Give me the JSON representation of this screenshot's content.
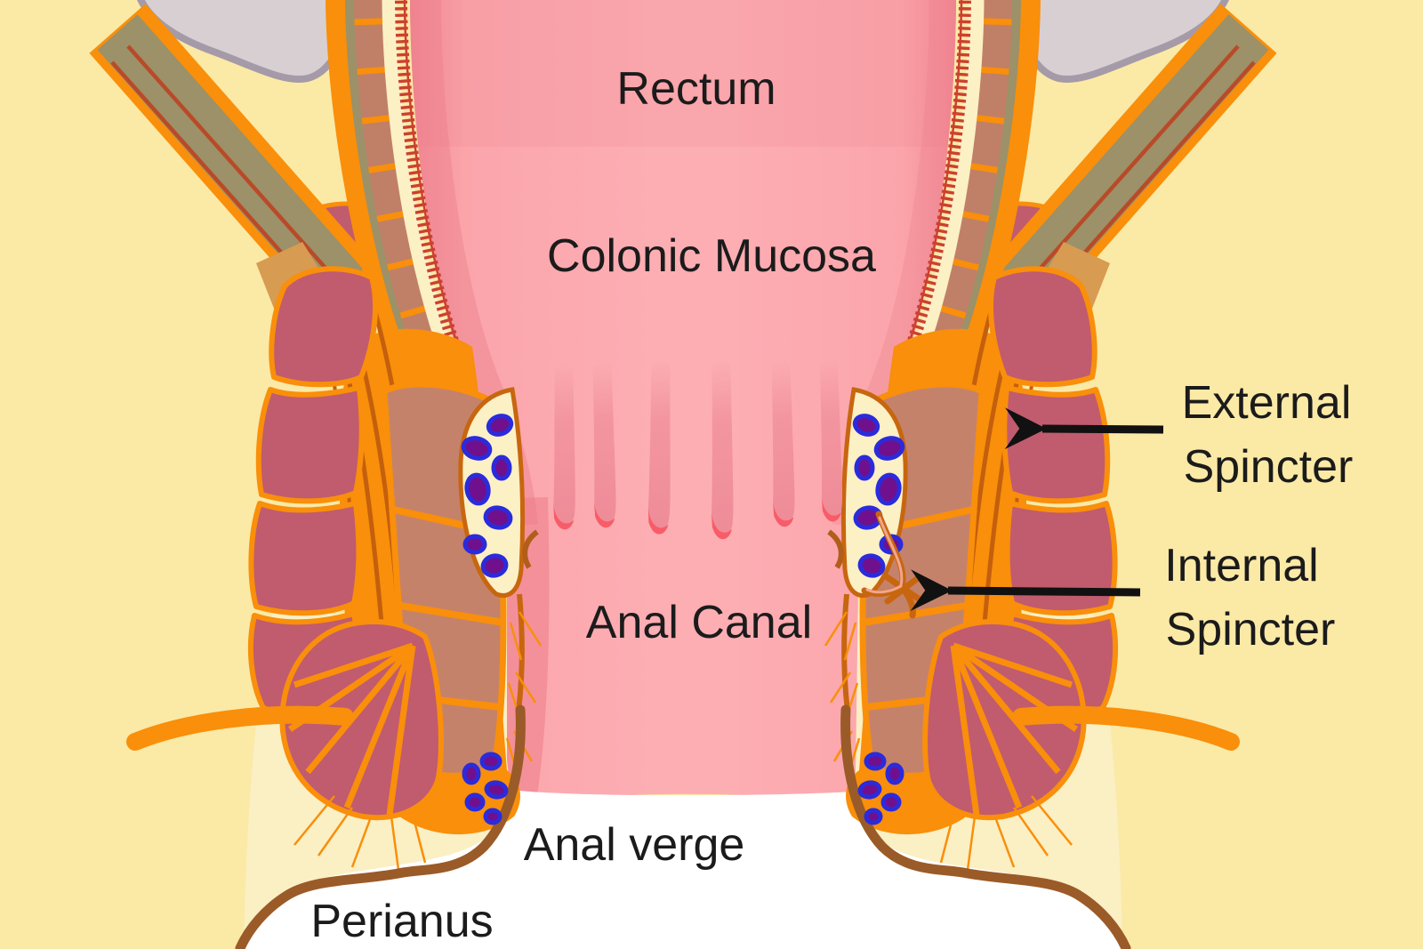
{
  "diagram": {
    "type": "anatomical-diagram",
    "subject": "Cross-section of rectum and anal canal with sphincter muscles",
    "labels": {
      "rectum": "Rectum",
      "colonic_mucosa": "Colonic Mucosa",
      "anal_canal": "Anal Canal",
      "anal_verge": "Anal verge",
      "perianus": "Perianus",
      "external_sphincter": {
        "line1": "External",
        "line2": "Spincter"
      },
      "internal_sphincter": {
        "line1": "Internal",
        "line2": "Spincter"
      }
    },
    "annotations": [
      {
        "label": "External Spincter",
        "arrow_direction": "left",
        "points_to": "external sphincter muscle"
      },
      {
        "label": "Internal Spincter",
        "arrow_direction": "left",
        "points_to": "internal sphincter muscle"
      }
    ],
    "palette": {
      "background_yellow": "#FBE9A6",
      "lumen_pink": "#FBA7AD",
      "lumen_shadow_pink": "#EE8490",
      "column_pink": "#F2939D",
      "column_tip_red": "#F85C68",
      "mucosa_line_red": "#CC4030",
      "submucosa_cream": "#FCF0C5",
      "muscle_orange": "#F98F0A",
      "deep_orange_line": "#C45F0D",
      "internal_sphincter_salmon": "#C5826B",
      "wall_muscle_salmon": "#C08067",
      "external_sphincter_maroon": "#C15B6E",
      "levator_olive": "#9C9168",
      "levator_line_red": "#B94A28",
      "levator_tan": "#D79B51",
      "bone_gray": "#D8CFD3",
      "bone_outline_gray": "#A59AA8",
      "perianal_brown": "#9A5B28",
      "vein_purple": "#70108C",
      "vein_outline_blue": "#2B2BDC",
      "perianal_white": "#FFFFFF",
      "text_black": "#1B1B1B",
      "arrow_black": "#111111"
    }
  }
}
